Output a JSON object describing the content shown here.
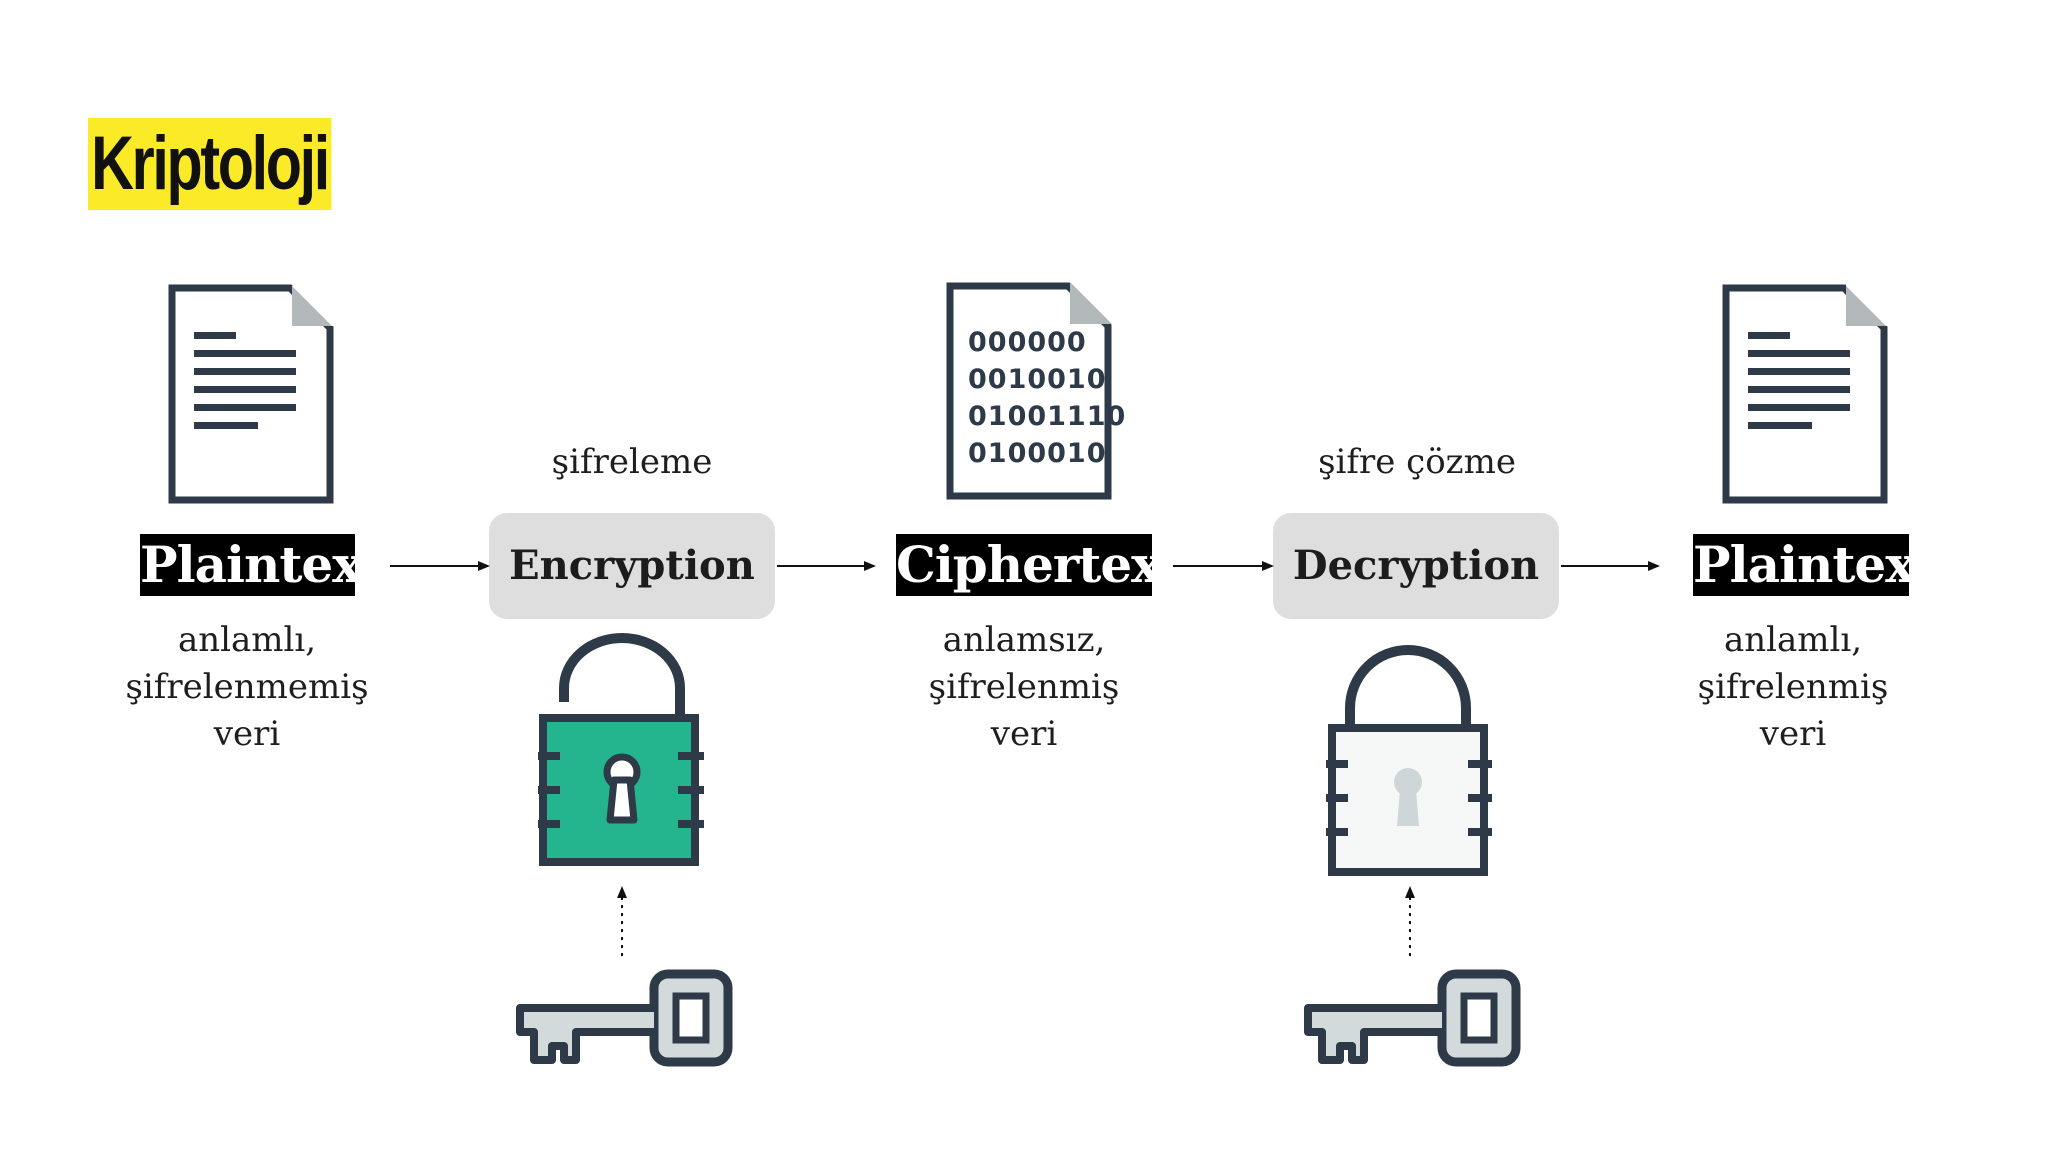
{
  "title": "Kriptoloji",
  "steps": {
    "plaintext_in": {
      "term": "Plaintext",
      "desc": [
        "anlamlı,",
        "şifrelenmemiş",
        "veri"
      ]
    },
    "encryption": {
      "label_above": "şifreleme",
      "box": "Encryption"
    },
    "ciphertext": {
      "term": "Ciphertext",
      "desc": [
        "anlamsız,",
        "şifrelenmiş",
        "veri"
      ],
      "binary_lines": [
        "000000",
        "0010010",
        "01001110",
        "0100010"
      ]
    },
    "decryption": {
      "label_above": "şifre çözme",
      "box": "Decryption"
    },
    "plaintext_out": {
      "term": "Plaintext",
      "desc": [
        "anlamlı,",
        "şifrelenmiş",
        "veri"
      ]
    }
  },
  "colors": {
    "title_highlight": "#fbea27",
    "icon_dark": "#2e3a48",
    "lock_green": "#24b48e",
    "lock_light": "#f6f8f8",
    "page_fold": "#b3b9bb",
    "process_box": "#dedede"
  },
  "icons": {
    "plaintext_in": "document-icon",
    "ciphertext": "binary-document-icon",
    "plaintext_out": "document-icon",
    "encryption_lock": "unlocked-padlock-icon",
    "decryption_lock": "locked-padlock-icon",
    "encryption_key": "key-icon",
    "decryption_key": "key-icon"
  }
}
